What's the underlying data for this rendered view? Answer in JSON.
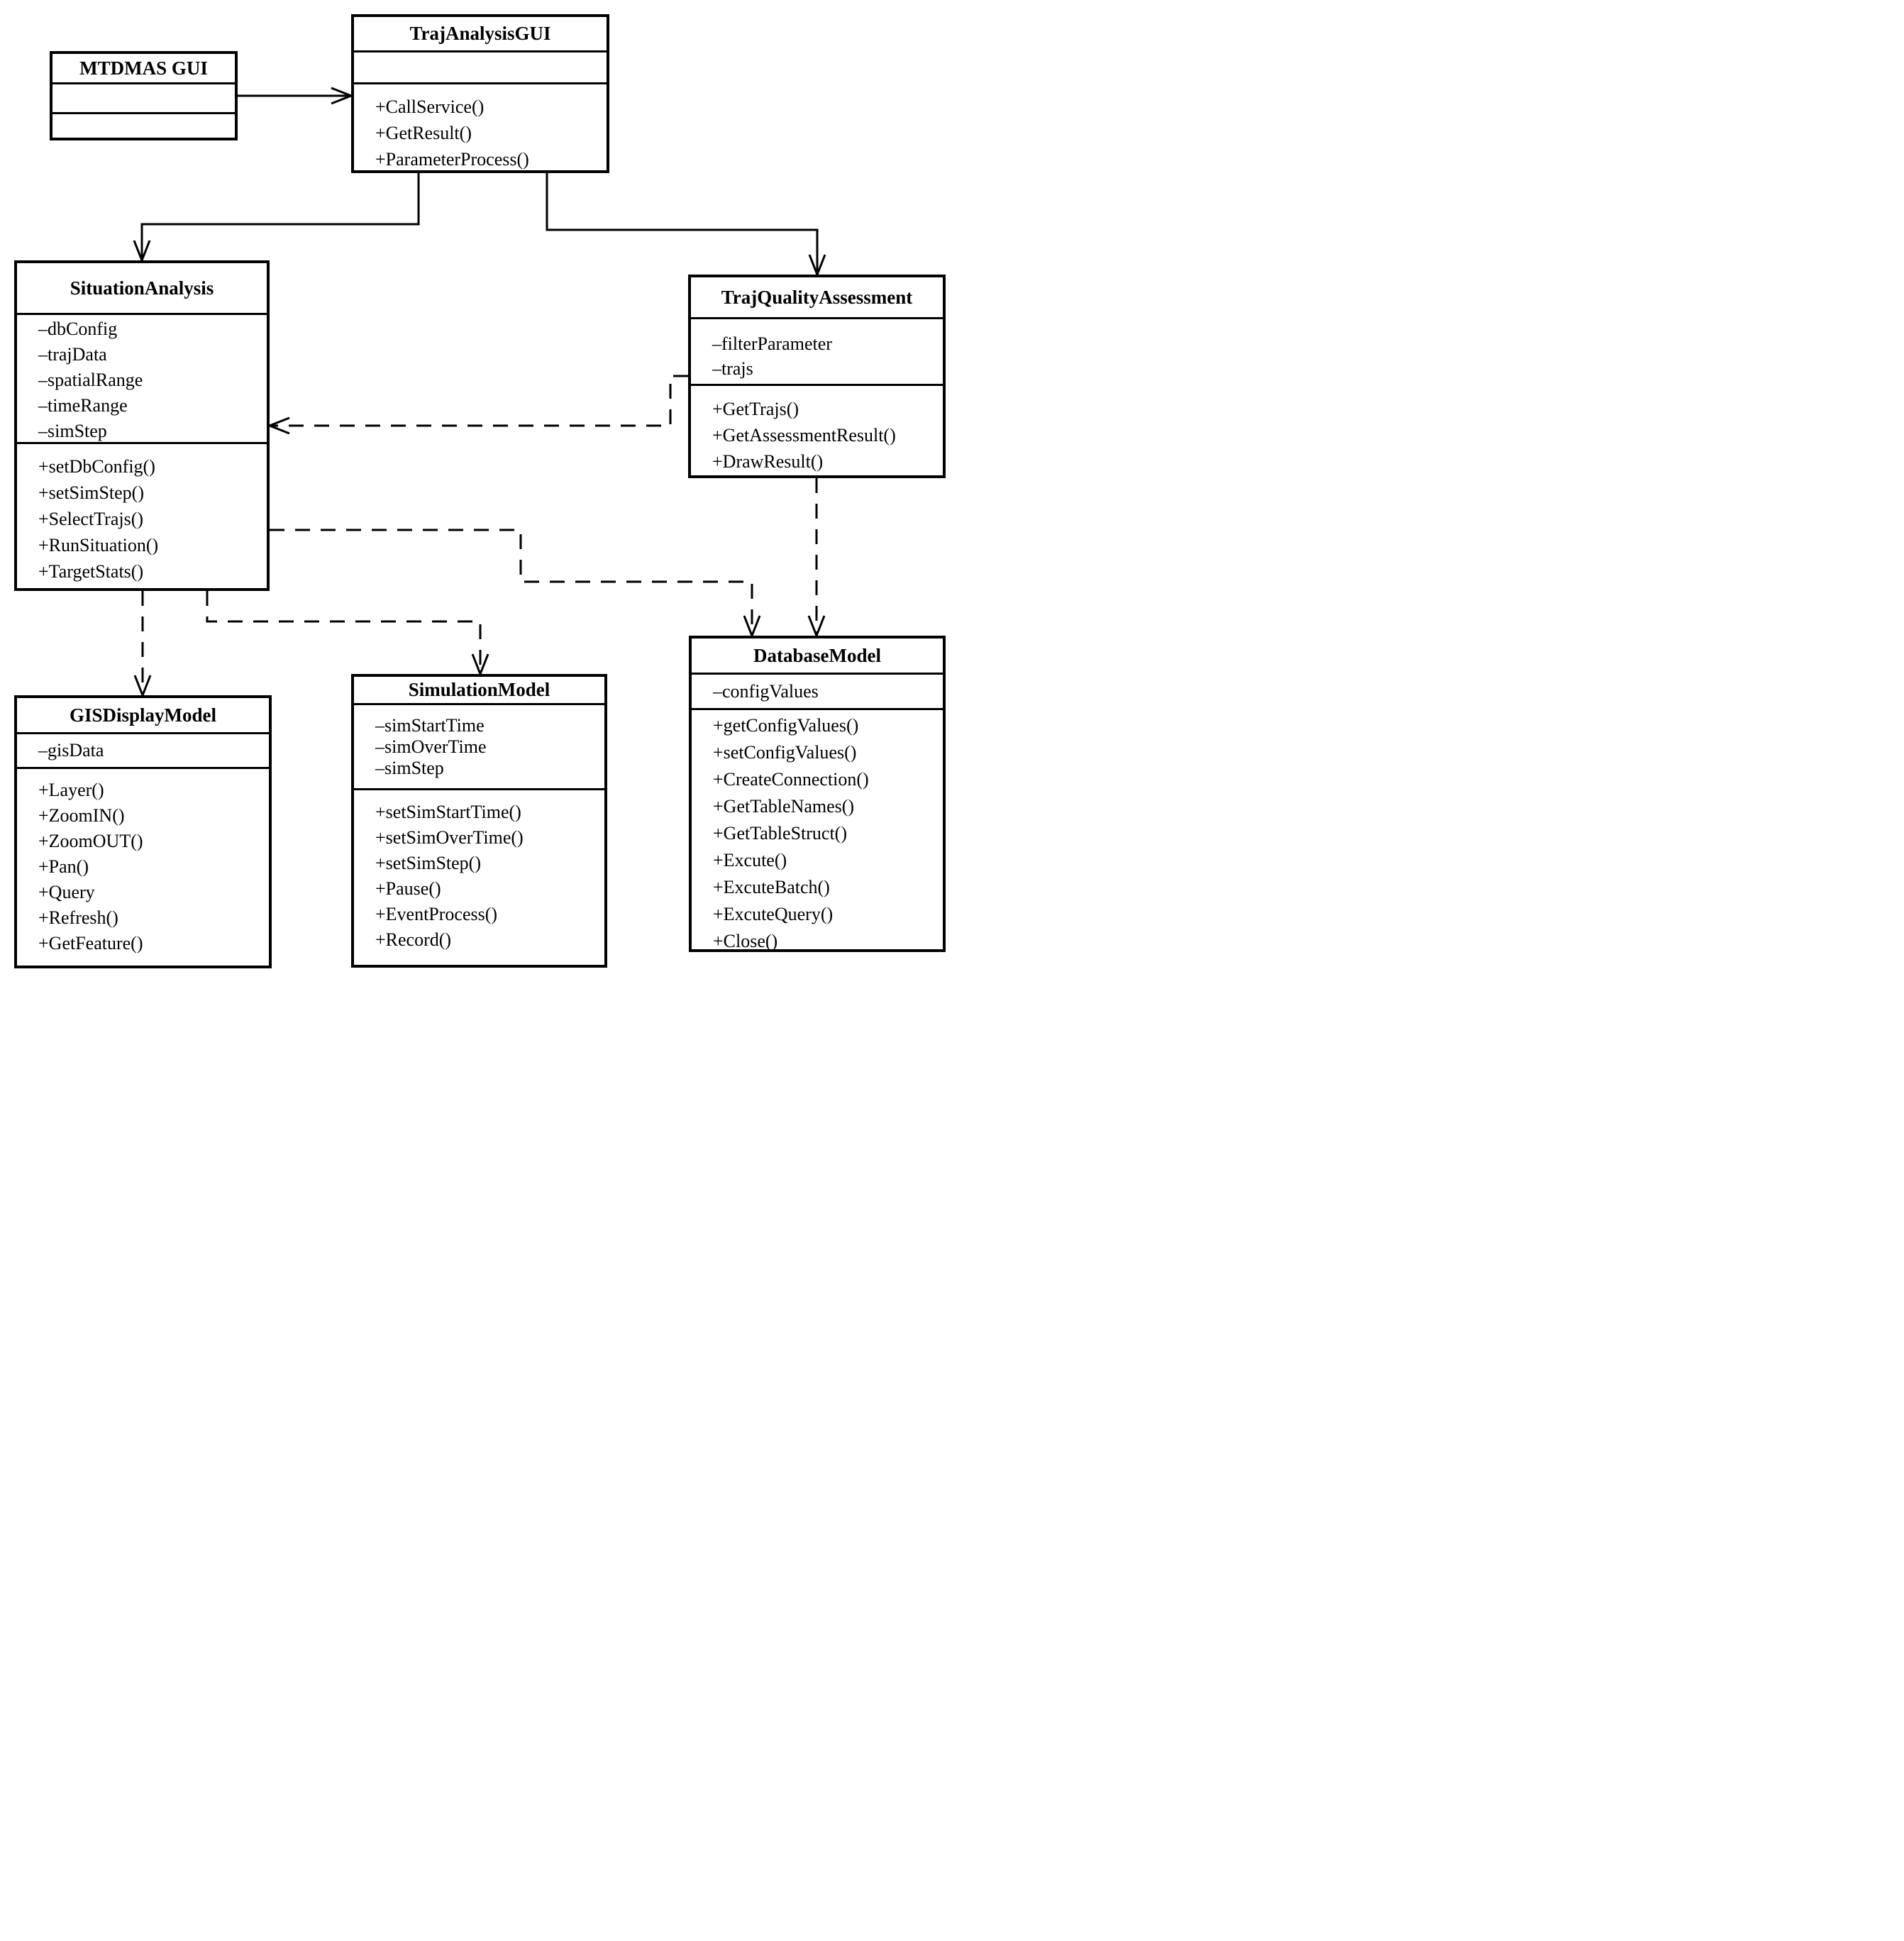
{
  "diagram": {
    "title": "MTDMAS trajectory analysis UML class diagram",
    "classes": {
      "mtdmas": {
        "name": "MTDMAS GUI",
        "attributes": [],
        "methods": []
      },
      "trajAnalysisGui": {
        "name": "TrajAnalysisGUI",
        "attributes": [],
        "methods": [
          "+CallService()",
          "+GetResult()",
          "+ParameterProcess()"
        ]
      },
      "situationAnalysis": {
        "name": "SituationAnalysis",
        "attributes": [
          "–dbConfig",
          "–trajData",
          "–spatialRange",
          "–timeRange",
          "–simStep"
        ],
        "methods": [
          "+setDbConfig()",
          "+setSimStep()",
          "+SelectTrajs()",
          "+RunSituation()",
          "+TargetStats()"
        ]
      },
      "trajQualityAssessment": {
        "name": "TrajQualityAssessment",
        "attributes": [
          "–filterParameter",
          "–trajs"
        ],
        "methods": [
          "+GetTrajs()",
          "+GetAssessmentResult()",
          "+DrawResult()"
        ]
      },
      "gisDisplayModel": {
        "name": "GISDisplayModel",
        "attributes": [
          "–gisData"
        ],
        "methods": [
          "+Layer()",
          "+ZoomIN()",
          "+ZoomOUT()",
          "+Pan()",
          "+Query",
          "+Refresh()",
          "+GetFeature()"
        ]
      },
      "simulationModel": {
        "name": "SimulationModel",
        "attributes": [
          "–simStartTime",
          "–simOverTime",
          "–simStep"
        ],
        "methods": [
          "+setSimStartTime()",
          "+setSimOverTime()",
          "+setSimStep()",
          "+Pause()",
          "+EventProcess()",
          "+Record()"
        ]
      },
      "databaseModel": {
        "name": "DatabaseModel",
        "attributes": [
          "–configValues"
        ],
        "methods": [
          "+getConfigValues()",
          "+setConfigValues()",
          "+CreateConnection()",
          "+GetTableNames()",
          "+GetTableStruct()",
          "+Excute()",
          "+ExcuteBatch()",
          "+ExcuteQuery()",
          "+Close()"
        ]
      }
    },
    "relationships": [
      {
        "from": "MTDMAS GUI",
        "to": "TrajAnalysisGUI",
        "line": "solid",
        "type": "association"
      },
      {
        "from": "TrajAnalysisGUI",
        "to": "SituationAnalysis",
        "line": "solid",
        "type": "association"
      },
      {
        "from": "TrajAnalysisGUI",
        "to": "TrajQualityAssessment",
        "line": "solid",
        "type": "association"
      },
      {
        "from": "TrajQualityAssessment",
        "to": "SituationAnalysis",
        "line": "dashed",
        "type": "dependency"
      },
      {
        "from": "SituationAnalysis",
        "to": "GISDisplayModel",
        "line": "dashed",
        "type": "dependency"
      },
      {
        "from": "SituationAnalysis",
        "to": "SimulationModel",
        "line": "dashed",
        "type": "dependency"
      },
      {
        "from": "SituationAnalysis",
        "to": "DatabaseModel",
        "line": "dashed",
        "type": "dependency"
      },
      {
        "from": "TrajQualityAssessment",
        "to": "DatabaseModel",
        "line": "dashed",
        "type": "dependency"
      }
    ]
  }
}
